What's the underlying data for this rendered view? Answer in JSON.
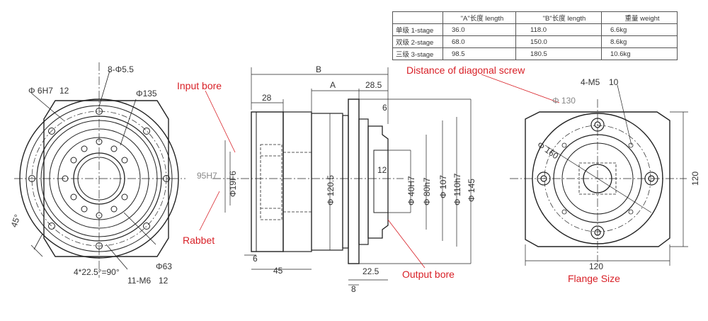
{
  "spec_table": {
    "headers": [
      "",
      "\"A\"长度 length",
      "\"B\"长度  length",
      "重量 weight"
    ],
    "rows": [
      [
        "单级 1-stage",
        "36.0",
        "118.0",
        "6.6kg"
      ],
      [
        "双级 2-stage",
        "68.0",
        "150.0",
        "8.6kg"
      ],
      [
        "三级 3-stage",
        "98.5",
        "180.5",
        "10.6kg"
      ]
    ]
  },
  "front_view": {
    "label_holes": "8-Φ5.5",
    "label_pin": "Φ 6H7",
    "label_pin_depth": "12",
    "label_pcd": "Φ135",
    "label_angle": "45°",
    "label_spacing": "4*22.5°=90°",
    "label_thread": "11-M6",
    "label_thread_depth": "12",
    "label_boss": "Φ63"
  },
  "side_view": {
    "label_B": "B",
    "label_A": "A",
    "label_28": "28",
    "label_285": "28.5",
    "label_6a": "6",
    "label_12": "12",
    "label_bore": "Φ19F6",
    "label_rabbet": "95H7",
    "label_1205": "Φ 120.5",
    "label_40": "Φ 40H7",
    "label_80": "Φ 80h7",
    "label_107": "Φ 107",
    "label_110": "Φ 110h7",
    "label_145": "Φ 145",
    "label_6b": "6",
    "label_45": "45",
    "label_225": "22.5",
    "label_8": "8"
  },
  "flange_view": {
    "label_holes": "4-M5",
    "label_hole_depth": "10",
    "label_pcd": "Φ 130",
    "label_160": "Φ 160",
    "label_width": "120",
    "label_height": "120"
  },
  "annotations": {
    "input_bore": "Input bore",
    "rabbet": "Rabbet",
    "output_bore": "Output bore",
    "diagonal": "Distance of diagonal screw",
    "flange_size": "Flange Size"
  },
  "colors": {
    "annotation": "#d81f26",
    "line": "#222222"
  }
}
